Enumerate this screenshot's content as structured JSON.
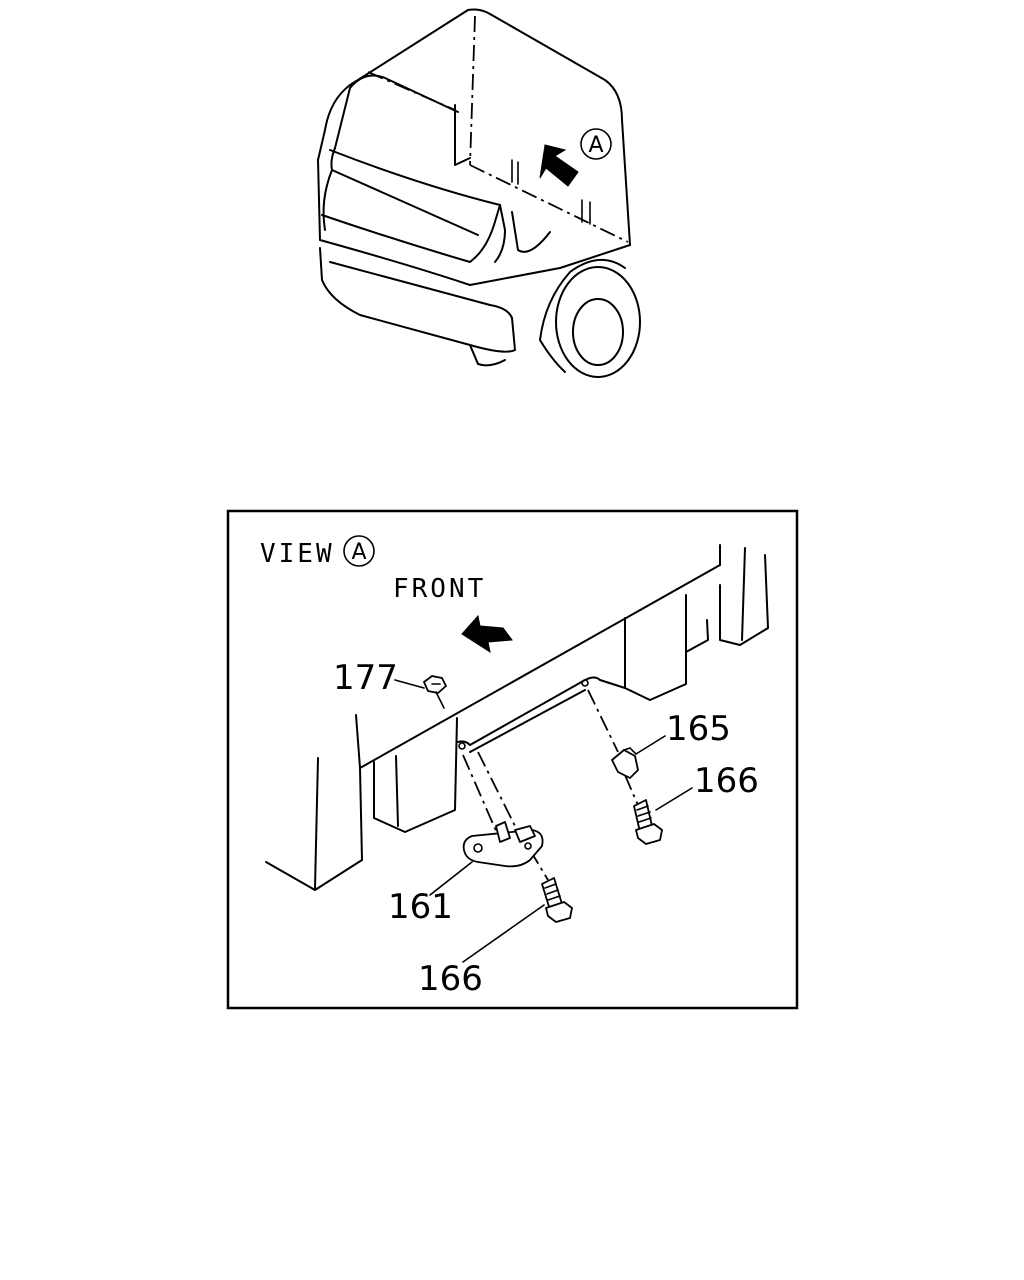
{
  "cab_view": {
    "view_marker": "A"
  },
  "detail_view": {
    "view_label": "VIEW",
    "view_marker": "A",
    "direction_label": "FRONT"
  },
  "callouts": [
    {
      "id": "177"
    },
    {
      "id": "165"
    },
    {
      "id": "166"
    },
    {
      "id": "161"
    },
    {
      "id": "166"
    }
  ]
}
